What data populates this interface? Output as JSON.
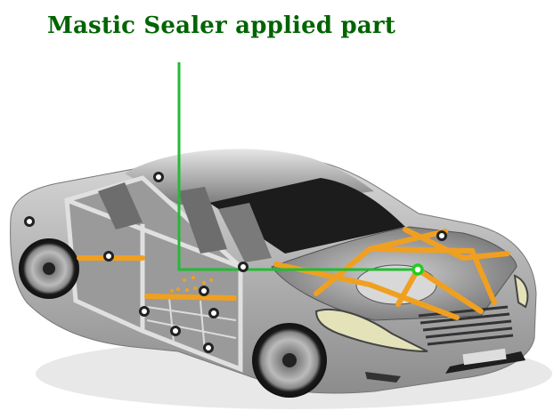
{
  "title": "Mastic Sealer applied part",
  "colors": {
    "title": "#006400",
    "leader_line": "#22bb33",
    "sealer": "#f0a020",
    "marker_ring": "#222222",
    "car_body": "#b8b8b8"
  },
  "callout": {
    "label_ref": "title",
    "target": "hood-inner-panel"
  },
  "markers": [
    {
      "name": "roof-pillar-marker"
    },
    {
      "name": "rear-quarter-marker"
    },
    {
      "name": "rear-door-beam-marker"
    },
    {
      "name": "b-pillar-marker"
    },
    {
      "name": "front-door-beam-marker"
    },
    {
      "name": "rear-sill-marker"
    },
    {
      "name": "front-floor-marker"
    },
    {
      "name": "sill-marker-1"
    },
    {
      "name": "sill-marker-2"
    },
    {
      "name": "fender-top-marker"
    },
    {
      "name": "hood-marker-highlighted"
    }
  ]
}
